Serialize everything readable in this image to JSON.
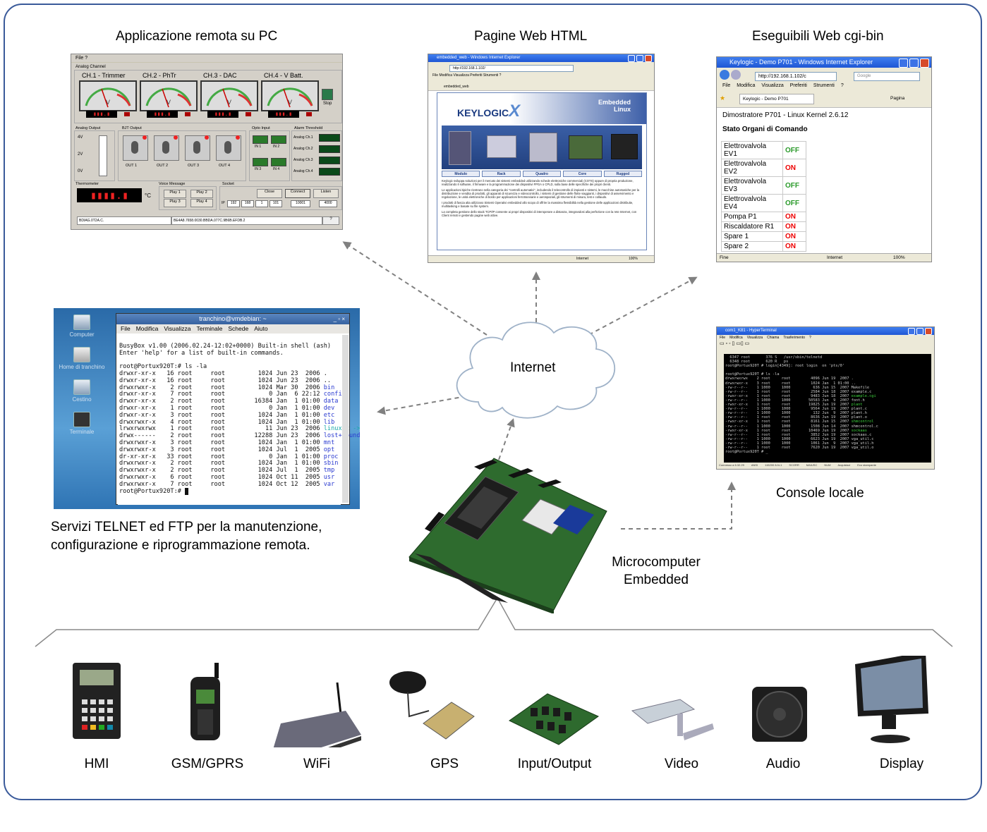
{
  "labels": {
    "remote_app": "Applicazione remota su PC",
    "web_pages": "Pagine Web HTML",
    "cgi": "Eseguibili Web cgi-bin",
    "internet": "Internet",
    "console": "Console locale",
    "telnet_line1": "Servizi TELNET ed FTP per la manutenzione,",
    "telnet_line2": "configurazione e riprogrammazione remota.",
    "micro_line1": "Microcomputer",
    "micro_line2": "Embedded"
  },
  "peripherals": [
    "HMI",
    "GSM/GPRS",
    "WiFi",
    "GPS",
    "Input/Output",
    "Video",
    "Audio",
    "Display"
  ],
  "remote_app": {
    "menu": "File  ?",
    "analog_channel": "Analog Channel",
    "channels": [
      "CH.1 - Trimmer",
      "CH.2 - PhTr",
      "CH.3 - DAC",
      "CH.4 - V Batt."
    ],
    "stop": "Stop",
    "analog_output": "Analog Output",
    "bjt_output": "BJT Output",
    "opto_input": "Opto Input",
    "alarm_threshold": "Alarm Threshold",
    "outputs": [
      "OUT 1",
      "OUT 2",
      "OUT 3",
      "OUT 4"
    ],
    "inputs": [
      "IN 1",
      "IN 2",
      "IN 3",
      "IN 4"
    ],
    "alarms": [
      "Analog Ch.1",
      "Analog Ch.2",
      "Analog Ch.3",
      "Analog Ch.4"
    ],
    "volts": [
      "4V",
      "2V",
      "0V"
    ],
    "thermometer": "Thermometer",
    "deg": "°C",
    "voice_message": "Voice Message",
    "plays": [
      "Play 1",
      "Play 2",
      "Play 3",
      "Play 4"
    ],
    "socket": "Socket",
    "close": "Close",
    "connect": "Connect",
    "listen": "Listen",
    "ip": [
      "192",
      "168",
      "1",
      "101"
    ],
    "port": "10001",
    "port2": "4000",
    "status1": "BDIAG.0T2A.C.",
    "status2": "BE4A8.7658.0030.BBDA.077C.9B6B.EFDB.2"
  },
  "web": {
    "title": "embedded_web - Windows Internet Explorer",
    "address": "http://192.168.1.102/",
    "tab": "embedded_web",
    "brand": "KEYLOGIC",
    "brand_x": "X",
    "banner": "Embedded Linux",
    "buttons": [
      "Modulo",
      "Rack",
      "Quadro",
      "Core",
      "Rugged"
    ],
    "p1": "Keylogic sviluppa soluzioni per il mercato dei sistemi embedded utilizzando schede elettroniche commerciali (COTS) oppure di propria produzione, realizzando il software, il firmware e la programmazione dei dispositivi FPGA o CPLD, sulla base delle specifiche dei propri clienti.",
    "p2": "Le applicazioni tipiche rientrano nella categoria dei \"controlli automatici\", includendo il telecontrollo di impianti e sistemi, le macchine automatiche per la distribuzione e vendita di prodotti, gli apparati di sicurezza e videocontrollo, i sistemi di gestione delle flotte viaggianti, i dispositivi di asservimento e regolazione, le unità elettroniche di bordo per applicazioni ferrotranviarie e aerospaziali, gli strumenti di misura, test e collaudo.",
    "p3": "I prodotti di fascia alta utilizzano Sistemi Operativi embedded allo scopo di offrire la massima flessibilità nella gestione delle applicazioni distribuite, multitasking e basate su file system.",
    "p4": "La completa gestione dello stack TCP/IP consente ai propri dispositivi di interoperare a distanza, integrandosi alla perfezione con la rete Internet, con Client remoti e gestendo pagine web attive.",
    "status": "Internet",
    "zoom": "100%"
  },
  "cgi": {
    "title": "Keylogic - Demo P701 - Windows Internet Explorer",
    "address": "http://192.168.1.102/c",
    "search": "Google",
    "menu": [
      "File",
      "Modifica",
      "Visualizza",
      "Preferiti",
      "Strumenti",
      "?"
    ],
    "tab": "Keylogic - Demo P701",
    "page_btn": "Pagina",
    "heading": "Dimostratore P701 - Linux Kernel 2.6.12",
    "subheading": "Stato Organi di Comando",
    "rows": [
      {
        "name": "Elettrovalvola EV1",
        "state": "OFF"
      },
      {
        "name": "Elettrovalvola EV2",
        "state": "ON"
      },
      {
        "name": "Elettrovalvola EV3",
        "state": "OFF"
      },
      {
        "name": "Elettrovalvola EV4",
        "state": "OFF"
      },
      {
        "name": "Pompa P1",
        "state": "ON"
      },
      {
        "name": "Riscaldatore R1",
        "state": "ON"
      },
      {
        "name": "Spare 1",
        "state": "ON"
      },
      {
        "name": "Spare 2",
        "state": "ON"
      }
    ],
    "status_left": "Fine",
    "status_mid": "Internet",
    "zoom": "100%"
  },
  "telnet": {
    "title": "tranchino@vmdebian: ~",
    "menu": [
      "File",
      "Modifica",
      "Visualizza",
      "Terminale",
      "Schede",
      "Aiuto"
    ],
    "icons": [
      "Computer",
      "Home di tranchino",
      "Cestino",
      "Terminale"
    ],
    "header1": "BusyBox v1.00 (2006.02.24-12:02+0000) Built-in shell (ash)",
    "header2": "Enter 'help' for a list of built-in commands.",
    "prompt": "root@Portux920T:# ls -la",
    "lines": [
      {
        "t": "drwxr-xr-x   16 root     root         1024 Jun 23  2006 ",
        "n": ".",
        "c": "plain"
      },
      {
        "t": "drwxr-xr-x   16 root     root         1024 Jun 23  2006 ",
        "n": "..",
        "c": "plain"
      },
      {
        "t": "drwxrwxr-x    2 root     root         1024 Mar 30  2006 ",
        "n": "bin",
        "c": "blue"
      },
      {
        "t": "drwxr-xr-x    7 root     root            0 Jan  6 22:12 ",
        "n": "config",
        "c": "blue"
      },
      {
        "t": "drwxr-xr-x    2 root     root        16384 Jan  1 01:00 ",
        "n": "data",
        "c": "blue"
      },
      {
        "t": "drwxr-xr-x    1 root     root            0 Jan  1 01:00 ",
        "n": "dev",
        "c": "blue"
      },
      {
        "t": "drwxr-xr-x    3 root     root         1024 Jan  1 01:00 ",
        "n": "etc",
        "c": "blue"
      },
      {
        "t": "drwxrwxr-x    4 root     root         1024 Jan  1 01:00 ",
        "n": "lib",
        "c": "blue"
      },
      {
        "t": "lrwxrwxrwx    1 root     root           11 Jun 23  2006 ",
        "n": "linuxrc -> b",
        "c": "cyan"
      },
      {
        "t": "drwx------    2 root     root        12288 Jun 23  2006 ",
        "n": "lost+found",
        "c": "blue"
      },
      {
        "t": "drwxrwxr-x    3 root     root         1024 Jan  1 01:00 ",
        "n": "mnt",
        "c": "blue"
      },
      {
        "t": "drwxrwxr-x    3 root     root         1024 Jul  1  2005 ",
        "n": "opt",
        "c": "blue"
      },
      {
        "t": "dr-xr-xr-x   33 root     root            0 Jan  1 01:00 ",
        "n": "proc",
        "c": "blue"
      },
      {
        "t": "drwxrwxr-x    2 root     root         1024 Jan  1 01:00 ",
        "n": "sbin",
        "c": "blue"
      },
      {
        "t": "drwxrwxr-x    2 root     root         1024 Jul  1  2005 ",
        "n": "tmp",
        "c": "blue"
      },
      {
        "t": "drwxrwxr-x    6 root     root         1024 Oct 11  2005 ",
        "n": "usr",
        "c": "blue"
      },
      {
        "t": "drwxrwxr-x    7 root     root         1024 Oct 12  2005 ",
        "n": "var",
        "c": "blue"
      }
    ],
    "end_prompt": "root@Portux920T:# "
  },
  "hyper": {
    "title": "com1_K81 - HyperTerminal",
    "menu": [
      "File",
      "Modifica",
      "Visualizza",
      "Chiama",
      "Trasferimento",
      "?"
    ],
    "top_lines": [
      "  6347 root       376 S   /usr/sbin/telnetd",
      "  6348 root       620 R   ps",
      "root@Portux920T # login[4349]: root login  on 'pts/0'"
    ],
    "prompt": "root@Portux920T # ls -la",
    "lines": [
      {
        "t": "drwxrwxrwx    2 root     root         4096 Jun 19  2007 ",
        "n": ".",
        "c": "plain"
      },
      {
        "t": "drwxrwxr-x    3 root     root         1024 Jan  1 01:00 ",
        "n": "..",
        "c": "plain"
      },
      {
        "t": "-rw-r--r--    1 1000     1000          636 Jun 15  2007 ",
        "n": "Makefile",
        "c": "plain"
      },
      {
        "t": "-rw-r--r--    1 root     root         2584 Jun 18  2007 ",
        "n": "example.c",
        "c": "plain"
      },
      {
        "t": "-rwxr-xr-x    1 root     root         9483 Jun 18  2007 ",
        "n": "example.cgi",
        "c": "green"
      },
      {
        "t": "-rw-r--r--    1 1000     1000        50583 Jun  9  2007 ",
        "n": "font.h",
        "c": "plain"
      },
      {
        "t": "-rwxr-xr-x    1 root     root        19825 Jun 19  2007 ",
        "n": "plant",
        "c": "green"
      },
      {
        "t": "-rw-r--r--    1 1000     1000         9564 Jun 19  2007 ",
        "n": "plant.c",
        "c": "plain"
      },
      {
        "t": "-rw-r--r--    1 1000     1000          132 Jun  9  2007 ",
        "n": "plant.h",
        "c": "plain"
      },
      {
        "t": "-rw-r--r--    1 root     root         8636 Jun 19  2007 ",
        "n": "plant.o",
        "c": "plain"
      },
      {
        "t": "-rwxr-xr-x    1 root     root         8161 Jun 15  2007 ",
        "n": "shmcontrol",
        "c": "green"
      },
      {
        "t": "-rw-r--r--    1 1000     1000         1508 Jun 14  2007 ",
        "n": "shmcontrol.c",
        "c": "plain"
      },
      {
        "t": "-rwxr-xr-x    1 root     root        10469 Jun 19  2007 ",
        "n": "sockaas",
        "c": "green"
      },
      {
        "t": "-rw-r--r--    1 root     root         3852 Jun 19  2007 ",
        "n": "sockaas.c",
        "c": "plain"
      },
      {
        "t": "-rw-r--r--    1 1000     1000         6623 Jun 19  2007 ",
        "n": "vga_util.c",
        "c": "plain"
      },
      {
        "t": "-rw-r--r--    1 1000     1000         1061 Jun  9  2007 ",
        "n": "vga_util.h",
        "c": "plain"
      },
      {
        "t": "-rw-r--r--    1 root     root         7620 Jun 19  2007 ",
        "n": "vga_util.o",
        "c": "plain"
      }
    ],
    "end_prompt": "root@Portux920T # _",
    "status": [
      "Connesso a 6.32.29",
      "ANSI",
      "115200 8-N-1",
      "SCORR",
      "MAIUSC",
      "NUM",
      "Acquisisci",
      "Eco stampante"
    ]
  },
  "colors": {
    "frame": "#3a5a9a",
    "arrow": "#777777",
    "on": "#ee0000",
    "off": "#2a9a2a"
  }
}
